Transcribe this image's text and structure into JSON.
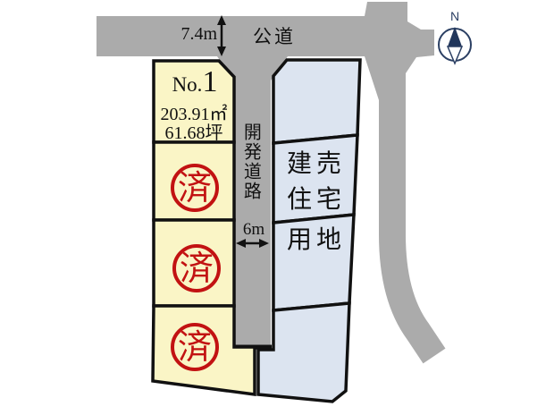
{
  "diagram": {
    "compass_label": "N",
    "public_road": {
      "label": "公道",
      "width": "7.4m"
    },
    "dev_road": {
      "label": "開発道路",
      "width": "6m"
    },
    "lot1": {
      "no_prefix": "No.",
      "no_digit": "1",
      "area_m2": "203.91㎡",
      "area_tsubo": "61.68坪"
    },
    "sold_stamp": "済",
    "sale_block_lines": [
      "建売",
      "住宅",
      "用地"
    ],
    "colors": {
      "road_gray": "#ABABAB",
      "lot_yellow": "#FAF5C6",
      "lot_blue": "#DCE4F0",
      "stamp_red": "#C21212",
      "outline_black": "#111111",
      "compass_navy": "#21365B"
    }
  }
}
